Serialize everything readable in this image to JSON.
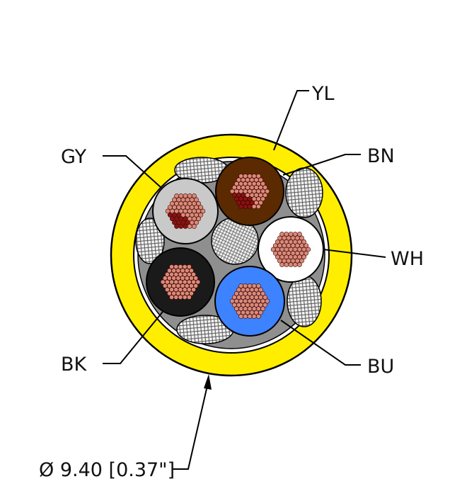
{
  "labels": {
    "jacket": "YL",
    "gray_core": "GY",
    "brown_core": "BN",
    "white_core": "WH",
    "black_core": "BK",
    "blue_core": "BU",
    "diameter": "Ø 9.40 [0.37\"]"
  },
  "colors": {
    "jacket": "#ffee00",
    "gray_core": "#c9c9c9",
    "brown_core": "#5b2a00",
    "white_core": "#ffffff",
    "black_core": "#1a1a1a",
    "blue_core": "#3d82ff",
    "strand": "#d98a78",
    "strand_dark": "#8a1212"
  },
  "icons": [
    "cable-cross-section-icon"
  ]
}
